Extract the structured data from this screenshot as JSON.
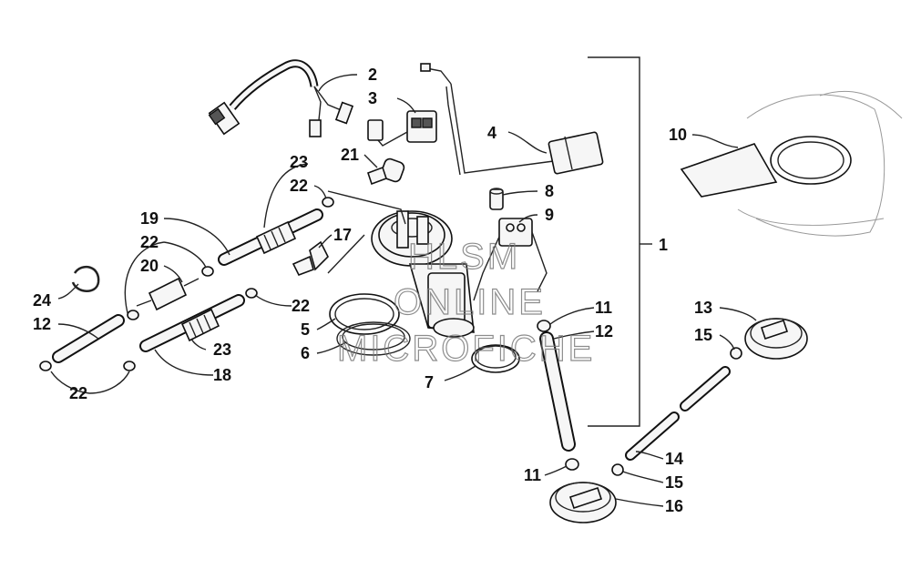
{
  "diagram": {
    "callouts": {
      "c1": "1",
      "c2": "2",
      "c3": "3",
      "c4": "4",
      "c5": "5",
      "c6": "6",
      "c7": "7",
      "c8": "8",
      "c9": "9",
      "c10": "10",
      "c11a": "11",
      "c11b": "11",
      "c12a": "12",
      "c12b": "12",
      "c13": "13",
      "c14": "14",
      "c15a": "15",
      "c15b": "15",
      "c16": "16",
      "c17": "17",
      "c18": "18",
      "c19": "19",
      "c20": "20",
      "c21": "21",
      "c22a": "22",
      "c22b": "22",
      "c22c": "22",
      "c22d": "22",
      "c23a": "23",
      "c23b": "23",
      "c24": "24"
    },
    "watermark": {
      "line1": "HLSM",
      "line2": "ONLINE",
      "line3": "MICROFICHE"
    }
  }
}
